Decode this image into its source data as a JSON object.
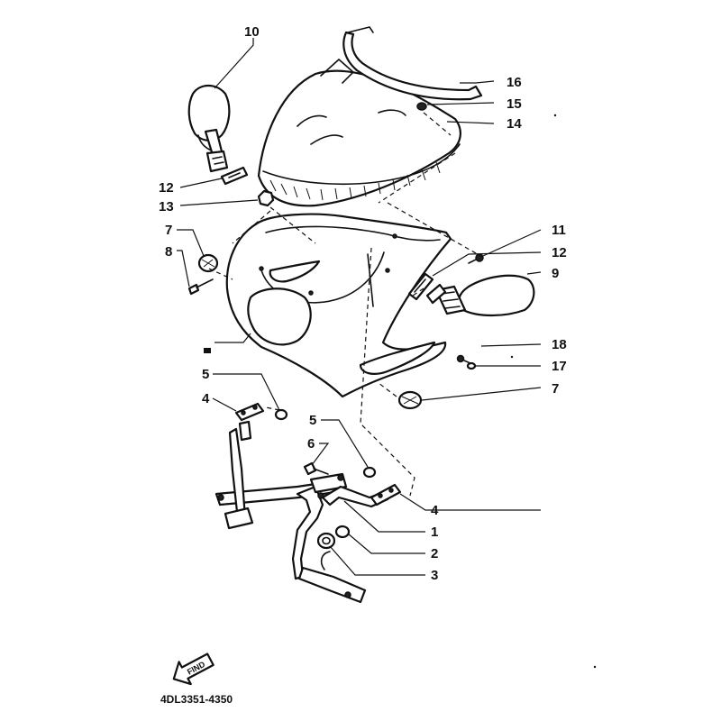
{
  "diagram": {
    "drawing_code": "4DL3351-4350",
    "find_label": "FIND",
    "callouts": {
      "c10": "10",
      "c16": "16",
      "c15": "15",
      "c14": "14",
      "c12_left": "12",
      "c13": "13",
      "c7_left": "7",
      "c8": "8",
      "c11": "11",
      "c12_right": "12",
      "c9": "9",
      "c18": "18",
      "c17": "17",
      "c5_upper": "5",
      "c4_left": "4",
      "c7_right": "7",
      "c5_lower": "5",
      "c6": "6",
      "c4_right": "4",
      "c1": "1",
      "c2": "2",
      "c3": "3"
    }
  }
}
